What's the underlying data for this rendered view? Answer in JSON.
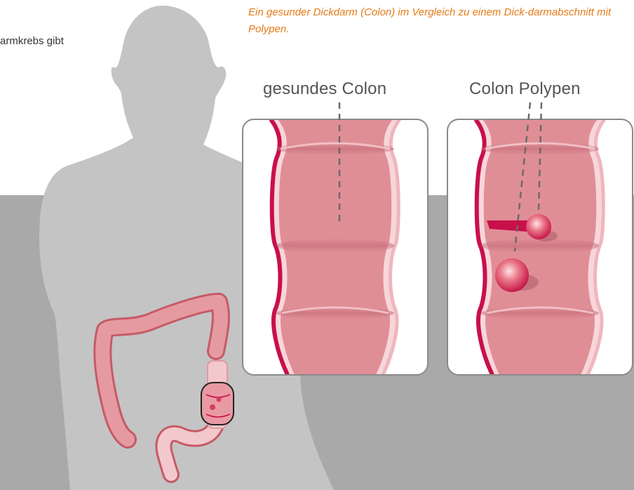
{
  "intro_text": "armkrebs gibt",
  "caption": "Ein gesunder Dickdarm (Colon) im Vergleich zu einem Dick-darmabschnitt mit Polypen.",
  "panel_healthy": {
    "title": "gesundes Colon"
  },
  "panel_polyps": {
    "title": "Colon Polypen"
  },
  "colors": {
    "caption": "#e37b18",
    "background_band": "#a9a9a9",
    "body_silhouette": "#c4c4c4",
    "colon_tissue": "#e08e96",
    "colon_wall": "#c8104a",
    "polyp": "#e0566c"
  }
}
